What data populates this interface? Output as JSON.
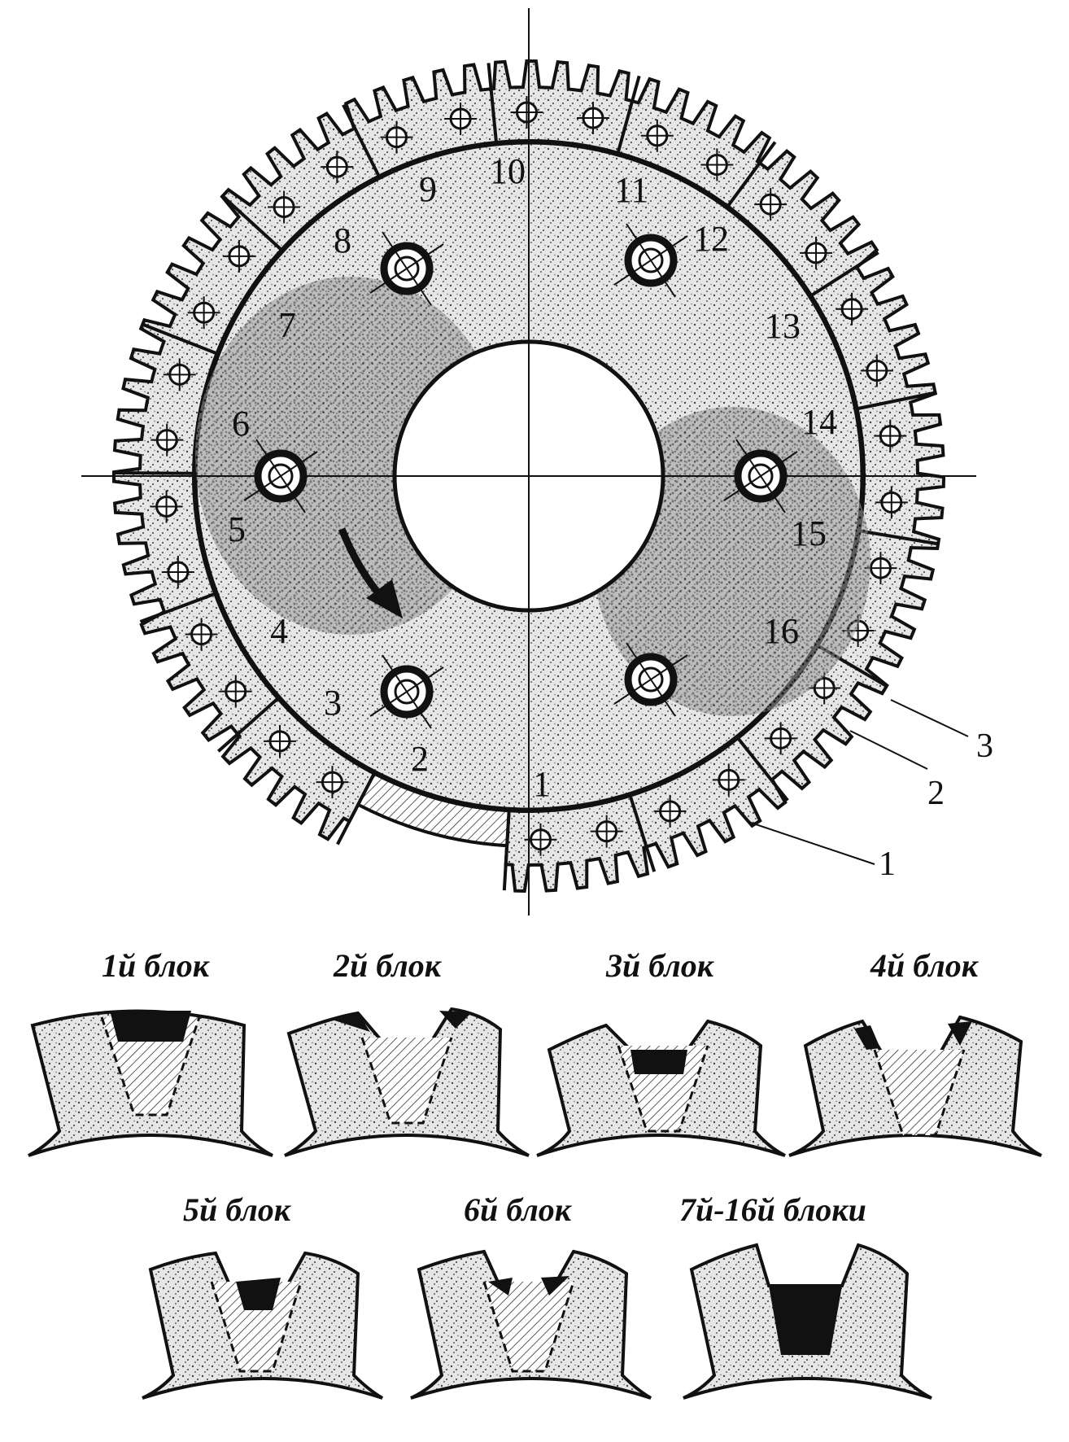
{
  "diagram": {
    "sector_numbers": [
      "1",
      "2",
      "3",
      "4",
      "5",
      "6",
      "7",
      "8",
      "9",
      "10",
      "11",
      "12",
      "13",
      "14",
      "15",
      "16"
    ],
    "callouts": [
      "1",
      "2",
      "3"
    ],
    "captions": [
      "1й блок",
      "2й блок",
      "3й блок",
      "4й блок",
      "5й блок",
      "6й блок",
      "7й-16й блоки"
    ]
  },
  "colors": {
    "ink": "#111111",
    "disc_fill": "#cfcfcf",
    "paper": "#ffffff"
  }
}
